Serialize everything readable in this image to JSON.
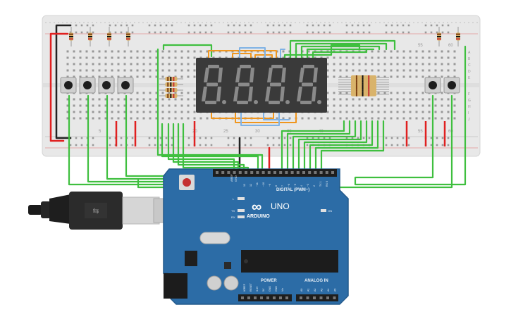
{
  "breadboard": {
    "column_labels": [
      "5",
      "20",
      "25",
      "30",
      "35",
      "40",
      "55",
      "60"
    ],
    "row_labels": [
      "A",
      "B",
      "C",
      "D",
      "E",
      "F",
      "G",
      "H",
      "I",
      "J"
    ]
  },
  "display": {
    "digits": [
      "8.",
      "8.",
      "8.",
      "8."
    ],
    "segment_color": "#8a8a8a",
    "body_color": "#3a3a3a"
  },
  "arduino": {
    "logo_symbol": "∞",
    "brand": "ARDUINO",
    "model": "UNO",
    "digital_label": "DIGITAL (PWM~)",
    "power_label": "POWER",
    "analog_label": "ANALOG IN",
    "on_label": "ON",
    "l_label": "L",
    "tx_label": "TX",
    "rx_label": "RX",
    "aref_label": "AREF",
    "gnd_label": "GND",
    "top_pins": [
      "13",
      "12",
      "~11",
      "~10",
      "~9",
      "8",
      "7",
      "~6",
      "~5",
      "4",
      "~3",
      "2",
      "TX 1",
      "RX 0"
    ],
    "power_pins": [
      "IOREF",
      "RESET",
      "3.3V",
      "5V",
      "GND",
      "GND",
      "Vin"
    ],
    "analog_pins": [
      "A0",
      "A1",
      "A2",
      "A3",
      "A4",
      "A5"
    ],
    "board_color": "#2c6ca6"
  },
  "colors": {
    "wire_green": "#3fbf3f",
    "wire_red": "#e02020",
    "wire_black": "#222222",
    "wire_orange": "#f0961e",
    "wire_blue": "#7fb2e5",
    "breadboard": "#e9e9e9",
    "red_rail": "#e03030"
  }
}
